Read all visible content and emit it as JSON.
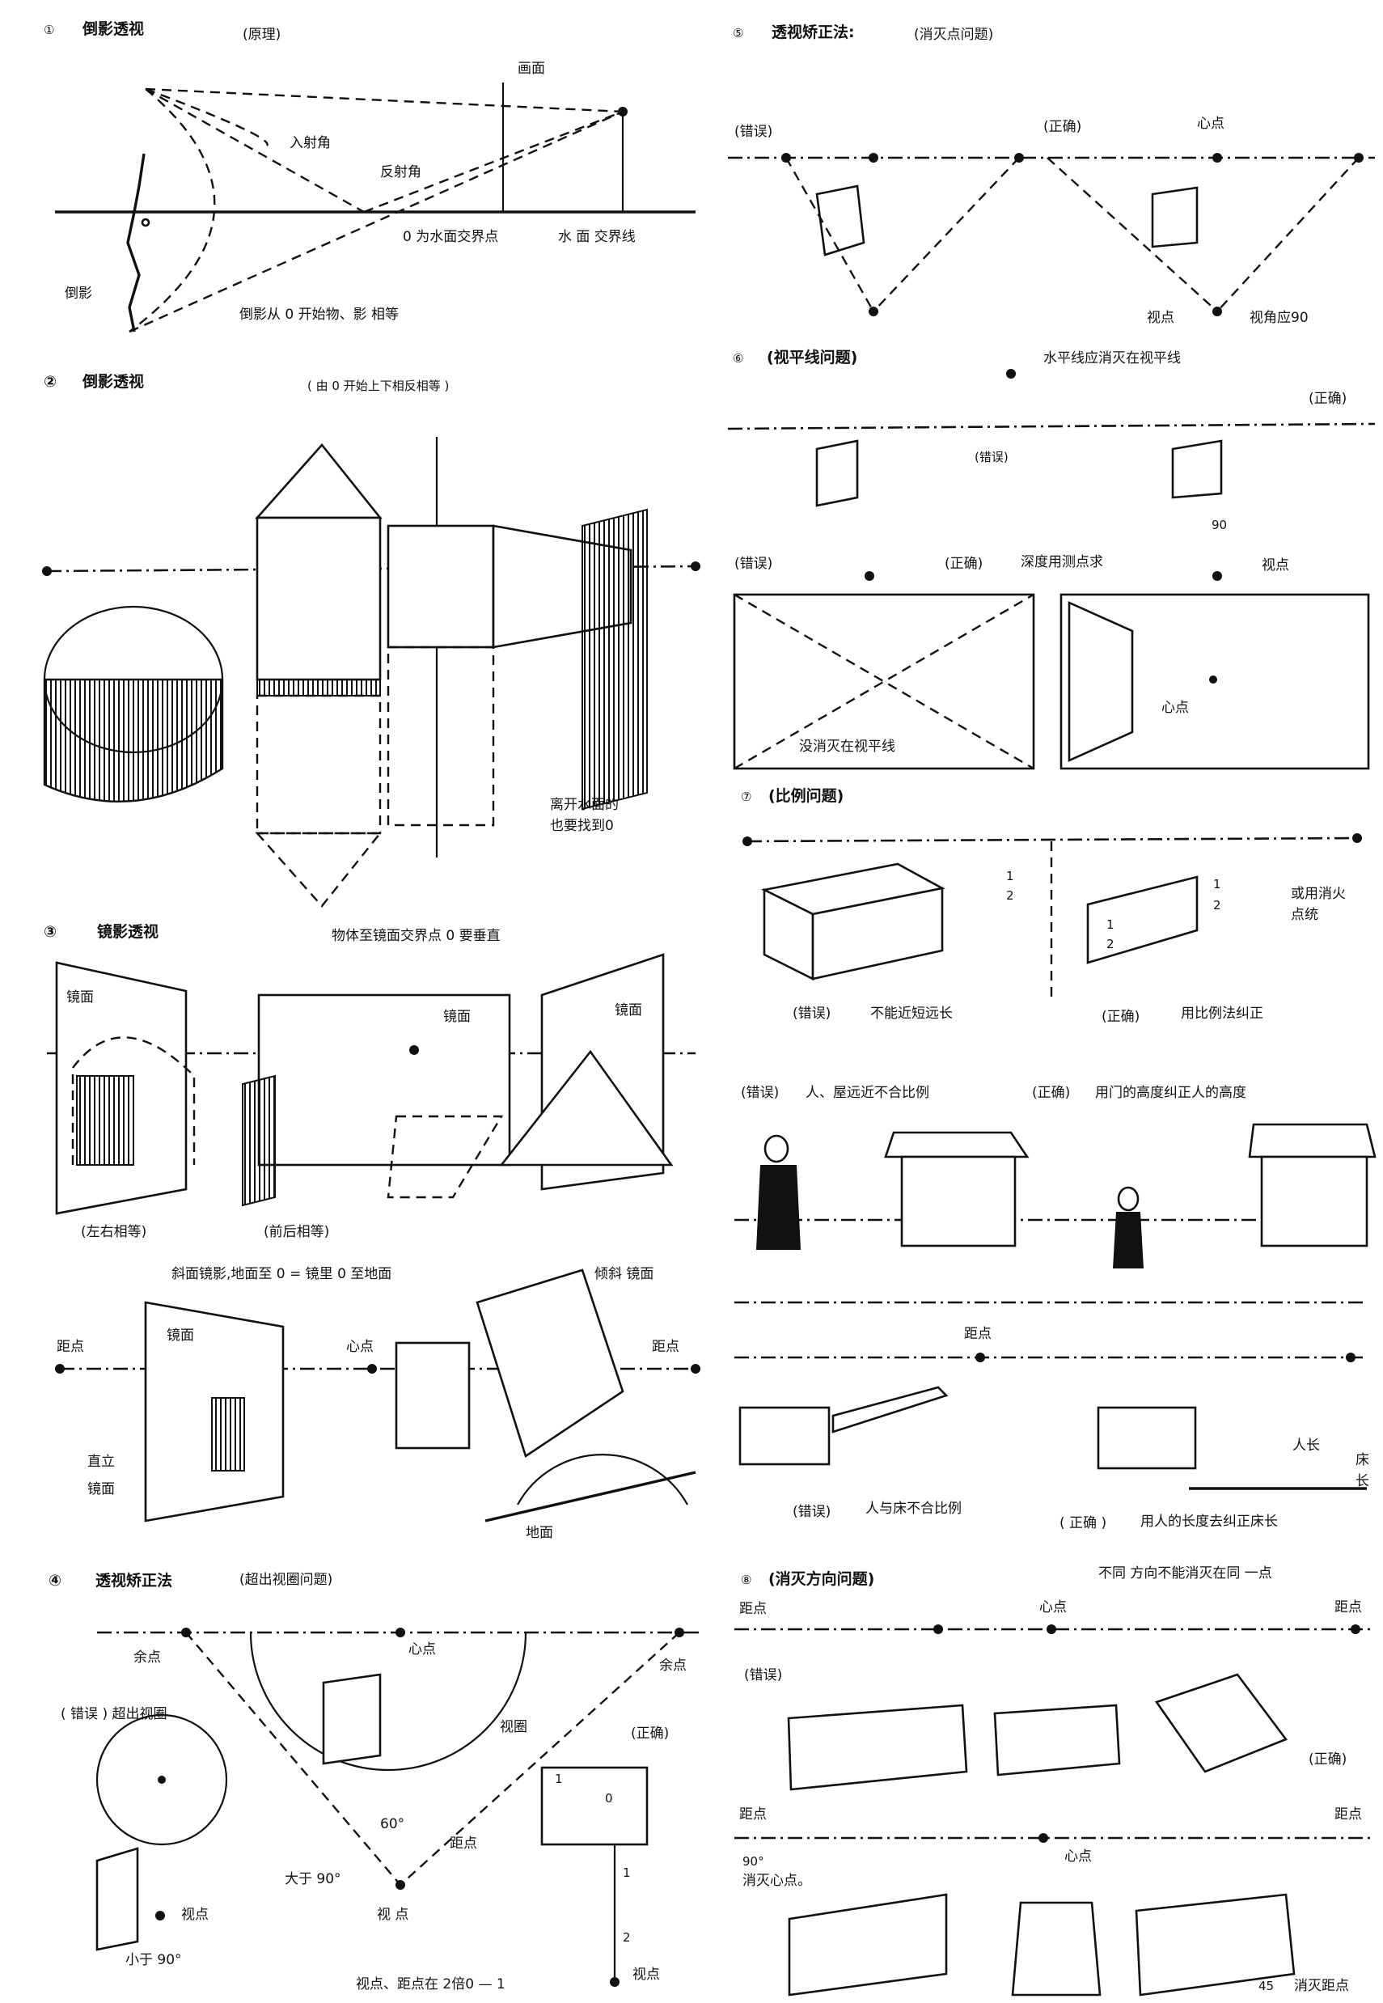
{
  "sections": {
    "s1": {
      "num": "①",
      "title": "倒影透视",
      "sub": "(原理)",
      "picture_plane": "画面",
      "incidence": "入射角",
      "reflection": "反射角",
      "o_point": "0 为水面交界点",
      "water_line": "水 面 交界线",
      "reflection_label": "倒影",
      "note": "倒影从 0 开始物、影 相等"
    },
    "s2": {
      "num": "②",
      "title": "倒影透视",
      "sub": "( 由 0 开始上下相反相等 )",
      "leave_water": "离开水面的",
      "find_o": "也要找到0"
    },
    "s3": {
      "num": "③",
      "title": "镜影透视",
      "sub": "物体至镜面交界点 0 要垂直",
      "mirror1": "镜面",
      "mirror2": "镜面",
      "mirror3": "镜面",
      "lr_equal": "(左右相等)",
      "fb_equal": "(前后相等)",
      "slanted": "斜面镜影,地面至 0 = 镜里 0 至地面",
      "tilted": "倾斜 镜面",
      "dist_left": "距点",
      "mirror4": "镜面",
      "center": "心点",
      "dist_right": "距点",
      "upright1": "直立",
      "upright2": "镜面",
      "ground": "地面"
    },
    "s4": {
      "num": "④",
      "title": "透视矫正法",
      "sub": "(超出视圈问题)",
      "yu_left": "余点",
      "center": "心点",
      "yu_right": "余点",
      "wrong": "( 错误 ) 超出视圈",
      "view_circle": "视圈",
      "right": "(正确)",
      "angle60": "60°",
      "dist": "距点",
      "gt90": "大于 90°",
      "eye1": "视点",
      "eye2": "视 点",
      "lt90": "小于 90°",
      "tick1": "1",
      "tick0": "0",
      "tick1b": "1",
      "tick2": "2",
      "eye3": "视点",
      "note": "视点、距点在 2倍0 — 1"
    },
    "s5": {
      "num": "⑤",
      "title": "透视矫正法:",
      "sub": "(消灭点问题)",
      "wrong": "(错误)",
      "right": "(正确)",
      "center": "心点",
      "eye": "视点",
      "angle": "视角应90"
    },
    "s6": {
      "num": "⑥",
      "title": "(视平线问题)",
      "sub": "水平线应消灭在视平线",
      "right1": "(正确)",
      "wrong1": "(错误)",
      "angle90": "90",
      "eye": "视点",
      "wrong2": "(错误)",
      "right2": "(正确)",
      "depth": "深度用测点求",
      "not_vanish": "没消灭在视平线",
      "center": "心点"
    },
    "s7": {
      "num": "⑦",
      "title": "(比例问题)",
      "half1": "1",
      "half1b": "2",
      "half2": "1",
      "half2b": "2",
      "half3": "1",
      "half3b": "2",
      "alt1": "或用消火",
      "alt2": "点统",
      "wrong": "(错误)",
      "wrong_note": "不能近短远长",
      "right": "(正确)",
      "right_note": "用比例法纠正"
    },
    "s7b": {
      "wrong": "(错误)",
      "wrong_note": "人、屋远近不合比例",
      "right": "(正确)",
      "right_note": "用门的高度纠正人的高度",
      "dist": "距点",
      "person_len": "人长",
      "bed_len1": "床",
      "bed_len2": "长",
      "wrong2": "(错误)",
      "wrong2_note": "人与床不合比例",
      "right2": "( 正确 )",
      "right2_note": "用人的长度去纠正床长"
    },
    "s8": {
      "num": "⑧",
      "title": "(消灭方向问题)",
      "sub": "不同 方向不能消灭在同 一点",
      "dist_left": "距点",
      "center": "心点",
      "dist_right": "距点",
      "wrong": "(错误)",
      "right": "(正确)",
      "dist_left2": "距点",
      "dist_right2": "距点",
      "center2": "心点",
      "deg90": "90°",
      "vanish_center": "消灭心点。",
      "deg45": "45",
      "vanish_dist": "消灭距点"
    }
  }
}
